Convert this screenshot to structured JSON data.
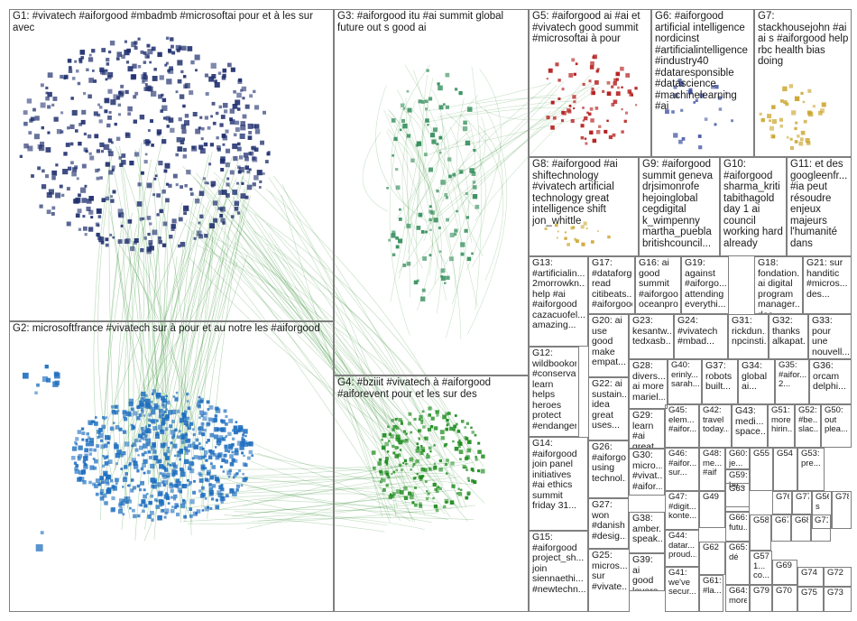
{
  "title": "",
  "colors": {
    "edge_green": "#2e8b2e",
    "g1_node": "#1f2f6e",
    "g2_node": "#1f6fbf",
    "g3_node": "#2e8b57",
    "g4_node": "#1a8a1a",
    "g5_node": "#b01010",
    "g6_node": "#3a4ea0",
    "g7_node": "#c9a227",
    "border": "#7f7f7f"
  },
  "groups": [
    {
      "id": "G1",
      "label": "G1: #vivatech #aiforgood #mbadmb #microsoftai pour et à les sur avec"
    },
    {
      "id": "G2",
      "label": "G2: microsoftfrance #vivatech sur à pour et au notre les #aiforgood"
    },
    {
      "id": "G3",
      "label": "G3: #aiforgood itu #ai summit global future out s good ai"
    },
    {
      "id": "G4",
      "label": "G4: #bziiit #vivatech à #aiforgood #aiforevent pour et les sur des"
    },
    {
      "id": "G5",
      "label": "G5: #aiforgood ai #ai et #vivatech good summit #microsoftai à pour"
    },
    {
      "id": "G6",
      "label": "G6: #aiforgood artificial intelligence nordicinst #artificialintelligence #industry40 #dataresponsible #datascience #machinelearning #ai"
    },
    {
      "id": "G7",
      "label": "G7: stackhousejohn #ai ai s #aiforgood help rbc health bias doing"
    },
    {
      "id": "G8",
      "label": "G8: #aiforgood #ai shiftechnology #vivatech artificial technology great intelligence shift jon_whittle"
    },
    {
      "id": "G9",
      "label": "G9: #aiforgood summit geneva drjsimonrofe hejoinglobal cegdigital k_wimpenny martha_puebla britishcouncil..."
    },
    {
      "id": "G10",
      "label": "G10: #aiforgood sharma_kriti tabithagold day 1 ai council working hard already"
    },
    {
      "id": "G11",
      "label": "G11: et des googleenfr... #ia peut résoudre enjeux majeurs l'humanité dans"
    },
    {
      "id": "G12",
      "label": "G12: wildbookorg #conservat... learn helps heroes protect #endanger..."
    },
    {
      "id": "G13",
      "label": "G13: #artificialin... 2morrowkn... help #ai #aiforgood cazacuofel... amazing..."
    },
    {
      "id": "G14",
      "label": "G14: #aiforgood join panel initiatives #ai ethics summit friday 31..."
    },
    {
      "id": "G15",
      "label": "G15: #aiforgood project_sh... join siennaethi... #newtechn..."
    },
    {
      "id": "G16",
      "label": "G16: ai good summit #aiforgood oceanprot..."
    },
    {
      "id": "G17",
      "label": "G17: #dataforgo... read citibeats... #aiforgood..."
    },
    {
      "id": "G18",
      "label": "G18: fondation... ai digital program manager... des..."
    },
    {
      "id": "G19",
      "label": "G19: against #aiforgo... attending everythi..."
    },
    {
      "id": "G20",
      "label": "G20: ai use good make empat..."
    },
    {
      "id": "G21",
      "label": "G21: sur handitic #micros... des..."
    },
    {
      "id": "G22",
      "label": "G22: ai sustain... idea great uses..."
    },
    {
      "id": "G23",
      "label": "G23: kesantw... tedxasb..."
    },
    {
      "id": "G24",
      "label": "G24: #vivatech #mbad..."
    },
    {
      "id": "G25",
      "label": "G25: micros... sur #vivate..."
    },
    {
      "id": "G26",
      "label": "G26: #aiforgood using technol..."
    },
    {
      "id": "G27",
      "label": "G27: won #danish #desig..."
    },
    {
      "id": "G28",
      "label": "G28: divers... ai more mariel..."
    },
    {
      "id": "G29",
      "label": "G29: learn #ai great..."
    },
    {
      "id": "G30",
      "label": "G30: micro... #vivat... #aifor..."
    },
    {
      "id": "G31",
      "label": "G31: rickdun... npcinsti..."
    },
    {
      "id": "G32",
      "label": "G32: thanks alkapat..."
    },
    {
      "id": "G33",
      "label": "G33: pour une nouvell..."
    },
    {
      "id": "G34",
      "label": "G34: global ai..."
    },
    {
      "id": "G35",
      "label": "G35: #aifor... 2..."
    },
    {
      "id": "G36",
      "label": "G36: orcam delphi..."
    },
    {
      "id": "G37",
      "label": "G37: robots built..."
    },
    {
      "id": "G38",
      "label": "G38: amber... speak..."
    },
    {
      "id": "G39",
      "label": "G39: ai good levera..."
    },
    {
      "id": "G40",
      "label": "G40: erinly... sarah..."
    },
    {
      "id": "G41",
      "label": "G41: we've secur..."
    },
    {
      "id": "G42",
      "label": "G42: travel today..."
    },
    {
      "id": "G43",
      "label": "G43: medi... space..."
    },
    {
      "id": "G44",
      "label": "G44: datar... proud..."
    },
    {
      "id": "G45",
      "label": "G45: elem... #aifor..."
    },
    {
      "id": "G46",
      "label": "G46: #aifor... sur..."
    },
    {
      "id": "G47",
      "label": "G47: #digit... konte..."
    },
    {
      "id": "G48",
      "label": "G48: me... #aif"
    },
    {
      "id": "G49",
      "label": "G49"
    },
    {
      "id": "G50",
      "label": "G50: out plea..."
    },
    {
      "id": "G51",
      "label": "G51: more hirin..."
    },
    {
      "id": "G52",
      "label": "G52: #be... slac..."
    },
    {
      "id": "G53",
      "label": "G53: pre..."
    },
    {
      "id": "G54",
      "label": "G54"
    },
    {
      "id": "G55",
      "label": "G55"
    },
    {
      "id": "G56",
      "label": "G56: s"
    },
    {
      "id": "G57",
      "label": "G57: 1... co..."
    },
    {
      "id": "G58",
      "label": "G58"
    },
    {
      "id": "G59",
      "label": "G59: be..."
    },
    {
      "id": "G60",
      "label": "G60: je..."
    },
    {
      "id": "G61",
      "label": "G61: #la..."
    },
    {
      "id": "G62",
      "label": "G62"
    },
    {
      "id": "G63",
      "label": "G63"
    },
    {
      "id": "G64",
      "label": "G64: more"
    },
    {
      "id": "G65",
      "label": "G65: dé"
    },
    {
      "id": "G66",
      "label": "G66: futu..."
    },
    {
      "id": "G67",
      "label": "G67"
    },
    {
      "id": "G68",
      "label": "G68"
    },
    {
      "id": "G69",
      "label": "G69"
    },
    {
      "id": "G70",
      "label": "G70"
    },
    {
      "id": "G71",
      "label": "G71"
    },
    {
      "id": "G72",
      "label": "G72"
    },
    {
      "id": "G73",
      "label": "G73"
    },
    {
      "id": "G74",
      "label": "G74"
    },
    {
      "id": "G75",
      "label": "G75"
    },
    {
      "id": "G76",
      "label": "G76"
    },
    {
      "id": "G77",
      "label": "G77"
    },
    {
      "id": "G78",
      "label": "G78"
    },
    {
      "id": "G79",
      "label": "G79"
    }
  ]
}
